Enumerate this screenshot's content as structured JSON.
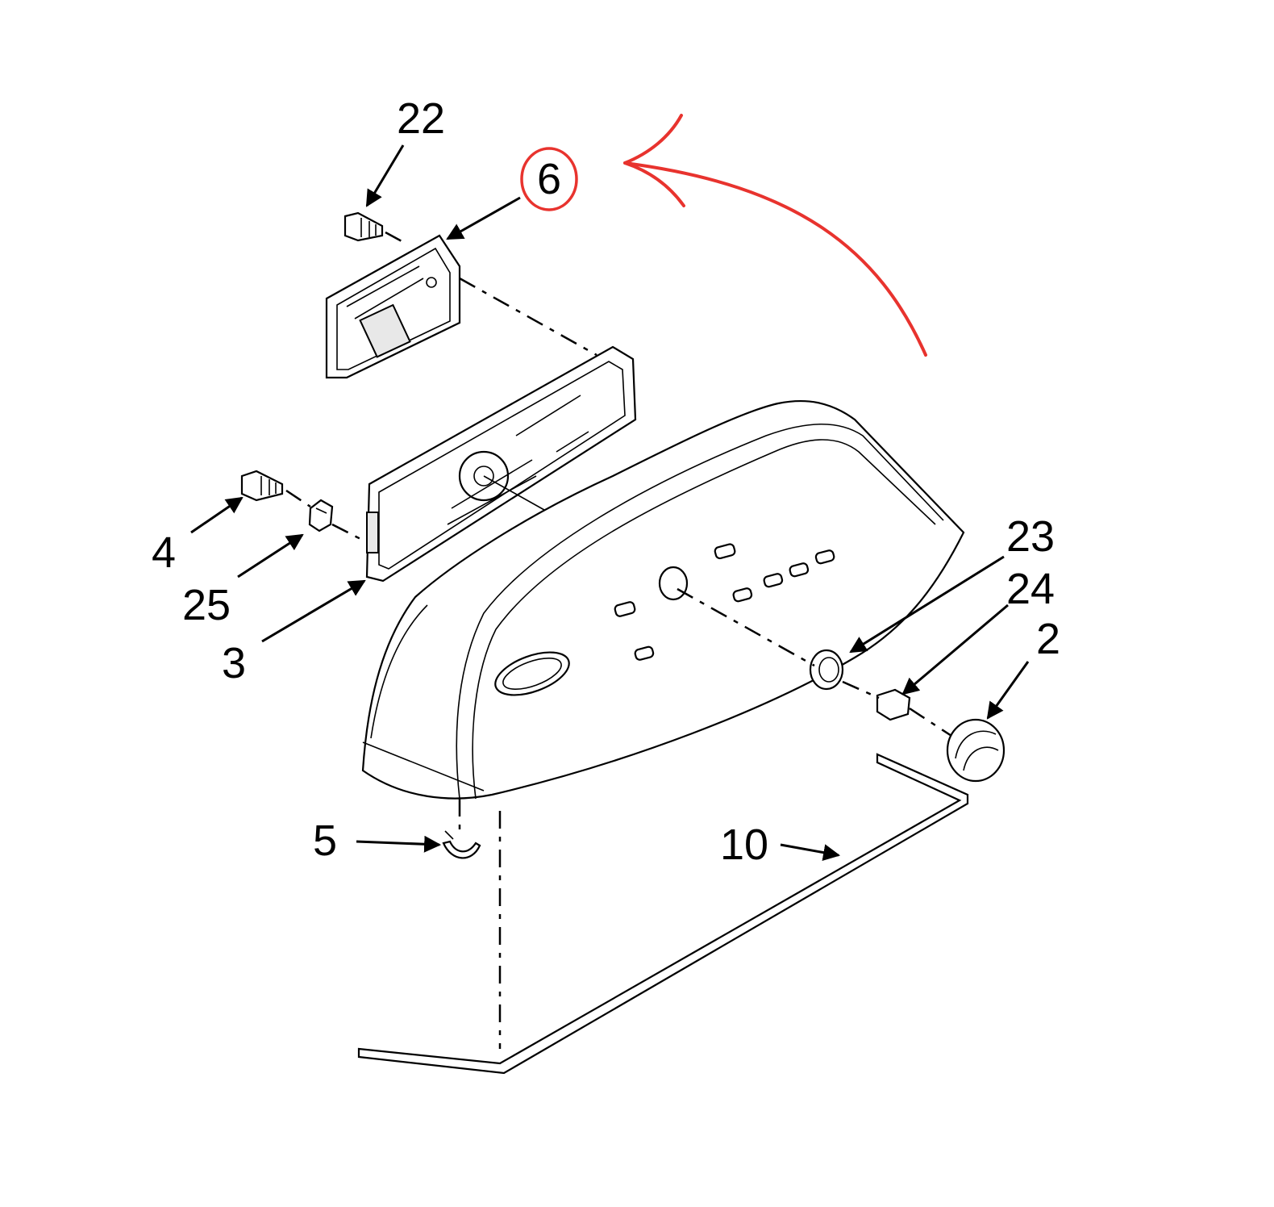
{
  "callouts": [
    {
      "id": "22",
      "label": "22"
    },
    {
      "id": "6",
      "label": "6"
    },
    {
      "id": "4",
      "label": "4"
    },
    {
      "id": "25",
      "label": "25"
    },
    {
      "id": "3",
      "label": "3"
    },
    {
      "id": "23",
      "label": "23"
    },
    {
      "id": "24",
      "label": "24"
    },
    {
      "id": "2",
      "label": "2"
    },
    {
      "id": "5",
      "label": "5"
    },
    {
      "id": "10",
      "label": "10"
    }
  ],
  "highlight": {
    "part": "6",
    "color": "#e8332e"
  }
}
